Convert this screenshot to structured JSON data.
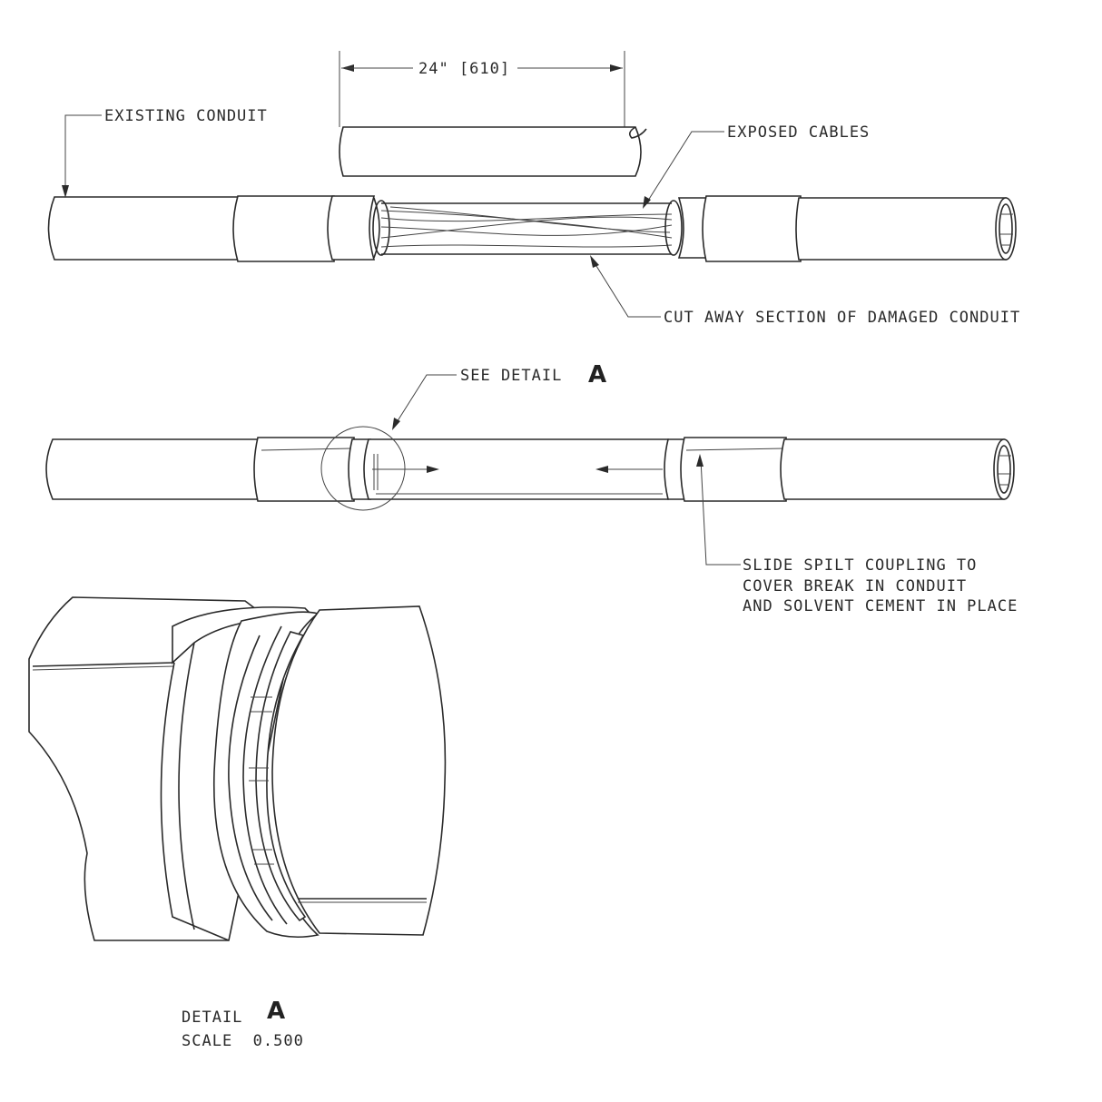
{
  "labels": {
    "dimension": "24\" [610]",
    "existing_conduit": "EXISTING CONDUIT",
    "exposed_cables": "EXPOSED CABLES",
    "cut_away": "CUT AWAY SECTION OF DAMAGED CONDUIT",
    "see_detail": "SEE DETAIL",
    "see_detail_letter": "A",
    "slide_line1": "SLIDE SPILT COUPLING TO",
    "slide_line2": "COVER BREAK IN CONDUIT",
    "slide_line3": "AND SOLVENT CEMENT IN PLACE",
    "detail_word": "DETAIL",
    "detail_letter": "A",
    "detail_scale": "SCALE  0.500"
  }
}
